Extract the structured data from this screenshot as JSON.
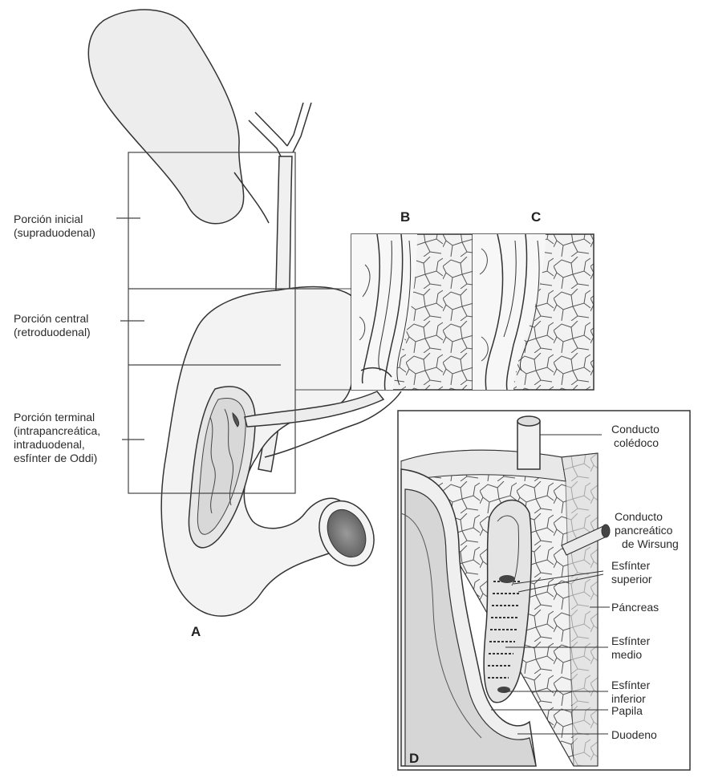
{
  "panels": {
    "A": "A",
    "B": "B",
    "C": "C",
    "D": "D"
  },
  "left_labels": {
    "inicial": [
      "Porción inicial",
      "(supraduodenal)"
    ],
    "central": [
      "Porción central",
      "(retroduodenal)"
    ],
    "terminal": [
      "Porción terminal",
      "(intrapancreática,",
      "intraduodenal,",
      "esfínter de Oddi)"
    ]
  },
  "right_labels": {
    "coledoco": [
      "Conducto",
      "colédoco"
    ],
    "wirsung": [
      "Conducto",
      "pancreático",
      "de Wirsung"
    ],
    "esf_superior": [
      "Esfínter",
      "superior"
    ],
    "pancreas": [
      "Páncreas"
    ],
    "esf_medio": [
      "Esfínter",
      "medio"
    ],
    "esf_inferior": [
      "Esfínter",
      "inferior"
    ],
    "papila": [
      "Papila"
    ],
    "duodeno": [
      "Duodeno"
    ]
  }
}
